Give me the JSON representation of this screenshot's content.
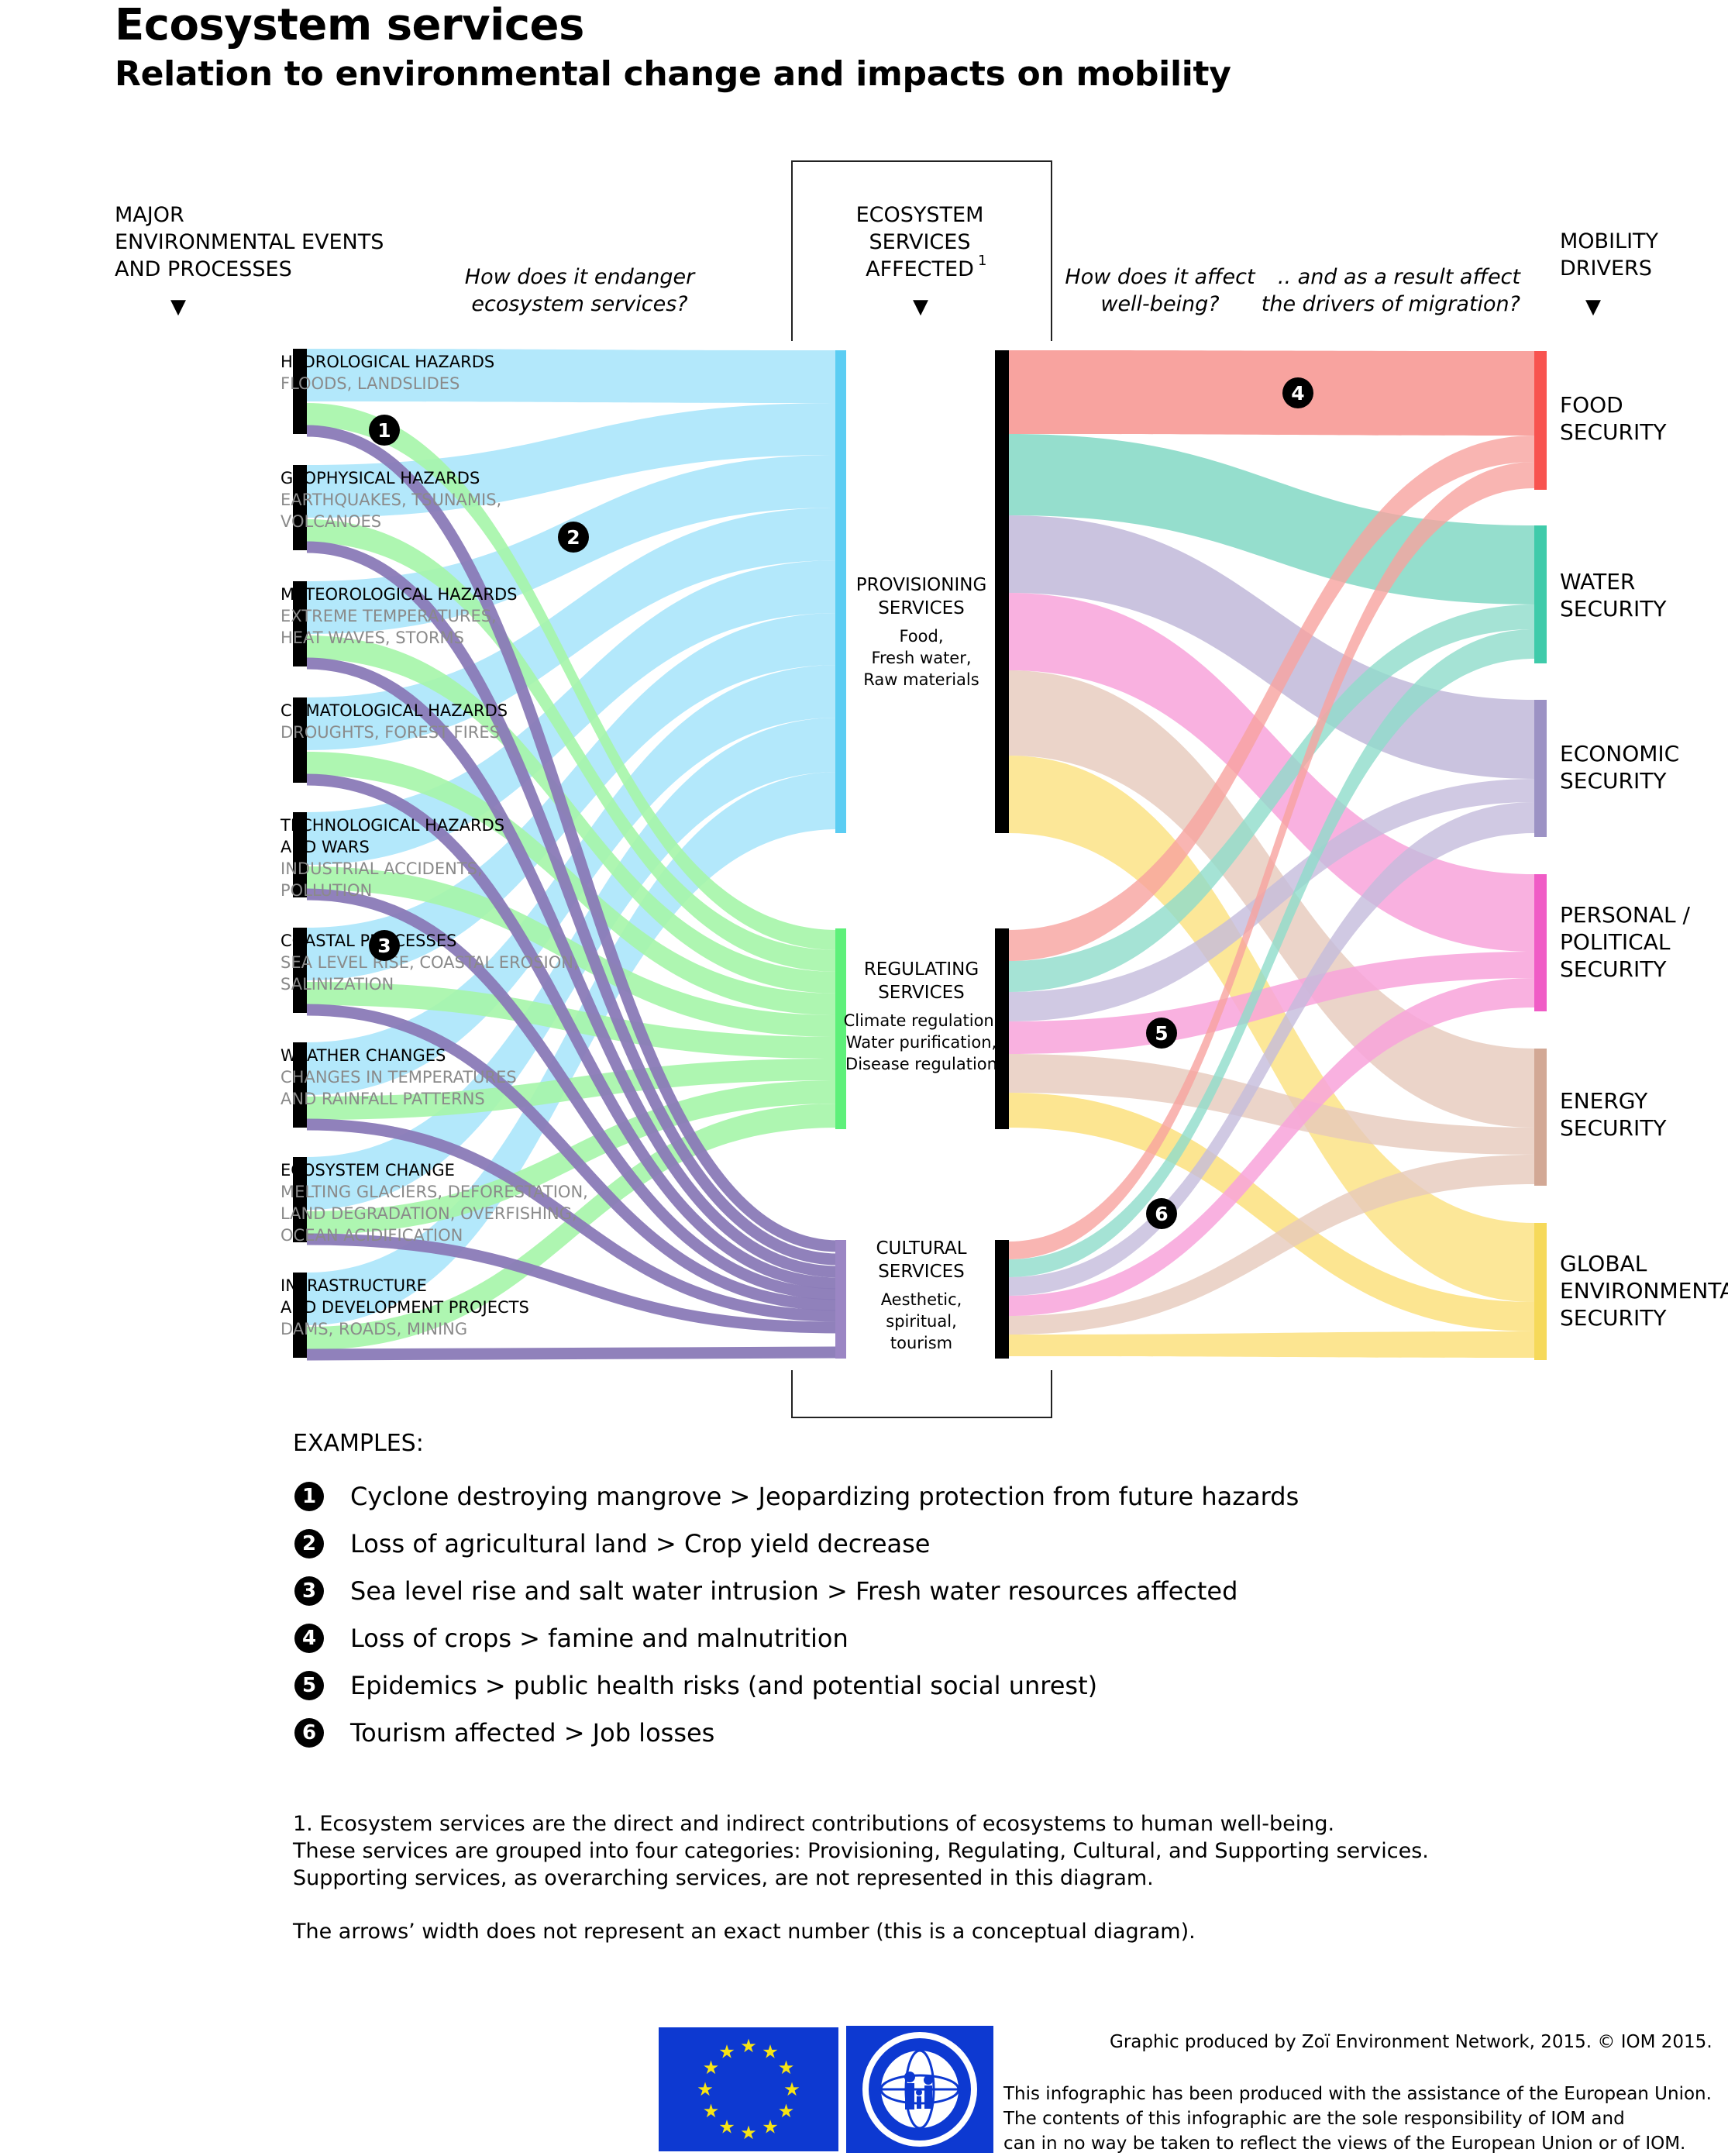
{
  "title": "Ecosystem services",
  "subtitle": "Relation to environmental change and impacts on mobility",
  "column_headers": {
    "events": [
      "MAJOR",
      "ENVIRONMENTAL EVENTS",
      "AND PROCESSES"
    ],
    "endanger_question": [
      "How does it endanger",
      "ecosystem services?"
    ],
    "services": [
      "ECOSYSTEM",
      "SERVICES",
      "AFFECTED"
    ],
    "services_footnote_mark": "1",
    "wellbeing_question": [
      "How does it affect",
      "well-being?"
    ],
    "drivers_question": [
      ".. and as a result affect",
      "the drivers of migration?"
    ],
    "drivers": [
      "MOBILITY",
      "DRIVERS"
    ],
    "arrow": "▼"
  },
  "events": [
    {
      "name": "HYDROLOGICAL HAZARDS",
      "detail": [
        "FLOODS, LANDSLIDES"
      ]
    },
    {
      "name": "GEOPHYSICAL HAZARDS",
      "detail": [
        "EARTHQUAKES, TSUNAMIS,",
        "VOLCANOES"
      ]
    },
    {
      "name": "METEOROLOGICAL HAZARDS",
      "detail": [
        "EXTREME TEMPERATURES,",
        "HEAT WAVES, STORMS"
      ]
    },
    {
      "name": "CLIMATOLOGICAL HAZARDS",
      "detail": [
        "DROUGHTS, FOREST FIRES"
      ]
    },
    {
      "name": "TECHNOLOGICAL HAZARDS",
      "name2": "AND WARS",
      "detail": [
        "INDUSTRIAL ACCIDENTS,",
        "POLLUTION"
      ]
    },
    {
      "name": "COASTAL PROCESSES",
      "detail": [
        "SEA LEVEL RISE, COASTAL EROSION,",
        "SALINIZATION"
      ]
    },
    {
      "name": "WEATHER CHANGES",
      "detail": [
        "CHANGES IN TEMPERATURES",
        "AND RAINFALL PATTERNS"
      ]
    },
    {
      "name": "ECOSYSTEM CHANGE",
      "detail": [
        "MELTING GLACIERS, DEFORESTATION,",
        "LAND DEGRADATION, OVERFISHING,",
        "OCEAN ACIDIFICATION"
      ]
    },
    {
      "name": "INFRASTRUCTURE",
      "name2": "AND DEVELOPMENT PROJECTS",
      "detail": [
        "DAMS, ROADS, MINING"
      ]
    }
  ],
  "services": [
    {
      "name": [
        "PROVISIONING",
        "SERVICES"
      ],
      "detail": [
        "Food,",
        "Fresh water,",
        "Raw materials"
      ],
      "color": "#5bcdf3"
    },
    {
      "name": [
        "REGULATING",
        "SERVICES"
      ],
      "detail": [
        "Climate regulation,",
        "Water purification,",
        "Disease regulation"
      ],
      "color": "#5ef07a"
    },
    {
      "name": [
        "CULTURAL",
        "SERVICES"
      ],
      "detail": [
        "Aesthetic,",
        "spiritual,",
        "tourism"
      ],
      "color": "#9b86c4"
    }
  ],
  "drivers": [
    {
      "name": [
        "FOOD",
        "SECURITY"
      ],
      "color": "#f8534f"
    },
    {
      "name": [
        "WATER",
        "SECURITY"
      ],
      "color": "#3fcbaa"
    },
    {
      "name": [
        "ECONOMIC",
        "SECURITY"
      ],
      "color": "#9c92c4"
    },
    {
      "name": [
        "PERSONAL /",
        "POLITICAL",
        "SECURITY"
      ],
      "color": "#f05cc6"
    },
    {
      "name": [
        "ENERGY",
        "SECURITY"
      ],
      "color": "#d2a895"
    },
    {
      "name": [
        "GLOBAL",
        "ENVIRONMENTAL",
        "SECURITY"
      ],
      "color": "#f6d95a"
    }
  ],
  "flow_colors": {
    "provisioning": "#b3e8fb",
    "regulating": "#a5f5a8",
    "cultural": "#8a7ab7",
    "food": "#f8a39f",
    "water": "#8fdcca",
    "economic": "#c4bcdc",
    "personal": "#f8a3da",
    "energy": "#e6c9bc",
    "global": "#fbe17e"
  },
  "diagram_markers": [
    "1",
    "2",
    "3",
    "4",
    "5",
    "6"
  ],
  "examples_title": "EXAMPLES:",
  "examples": [
    {
      "num": "1",
      "text": "Cyclone destroying mangrove > Jeopardizing protection from future hazards"
    },
    {
      "num": "2",
      "text": "Loss of agricultural land > Crop yield decrease"
    },
    {
      "num": "3",
      "text": "Sea level rise and salt water intrusion > Fresh water resources affected"
    },
    {
      "num": "4",
      "text": "Loss of crops > famine and malnutrition"
    },
    {
      "num": "5",
      "text": "Epidemics > public health risks (and potential social unrest)"
    },
    {
      "num": "6",
      "text": "Tourism affected > Job losses"
    }
  ],
  "footnote": {
    "line1": "1. Ecosystem services are the direct and indirect contributions of ecosystems to human well-being.",
    "line2": "These services are grouped into four categories: Provisioning, Regulating, Cultural, and Supporting services.",
    "line3": "Supporting services, as overarching services, are not represented in this diagram.",
    "line4": "The arrows’ width does not represent an exact number (this is a conceptual diagram)."
  },
  "credit": "Graphic produced by Zoï Environment Network, 2015. © IOM 2015.",
  "disclaimer": [
    "This infographic has been produced with the assistance of the European Union.",
    "The contents of this infographic are the sole responsibility of IOM and",
    "can in no way be taken to reflect the views of the European Union or of IOM."
  ]
}
